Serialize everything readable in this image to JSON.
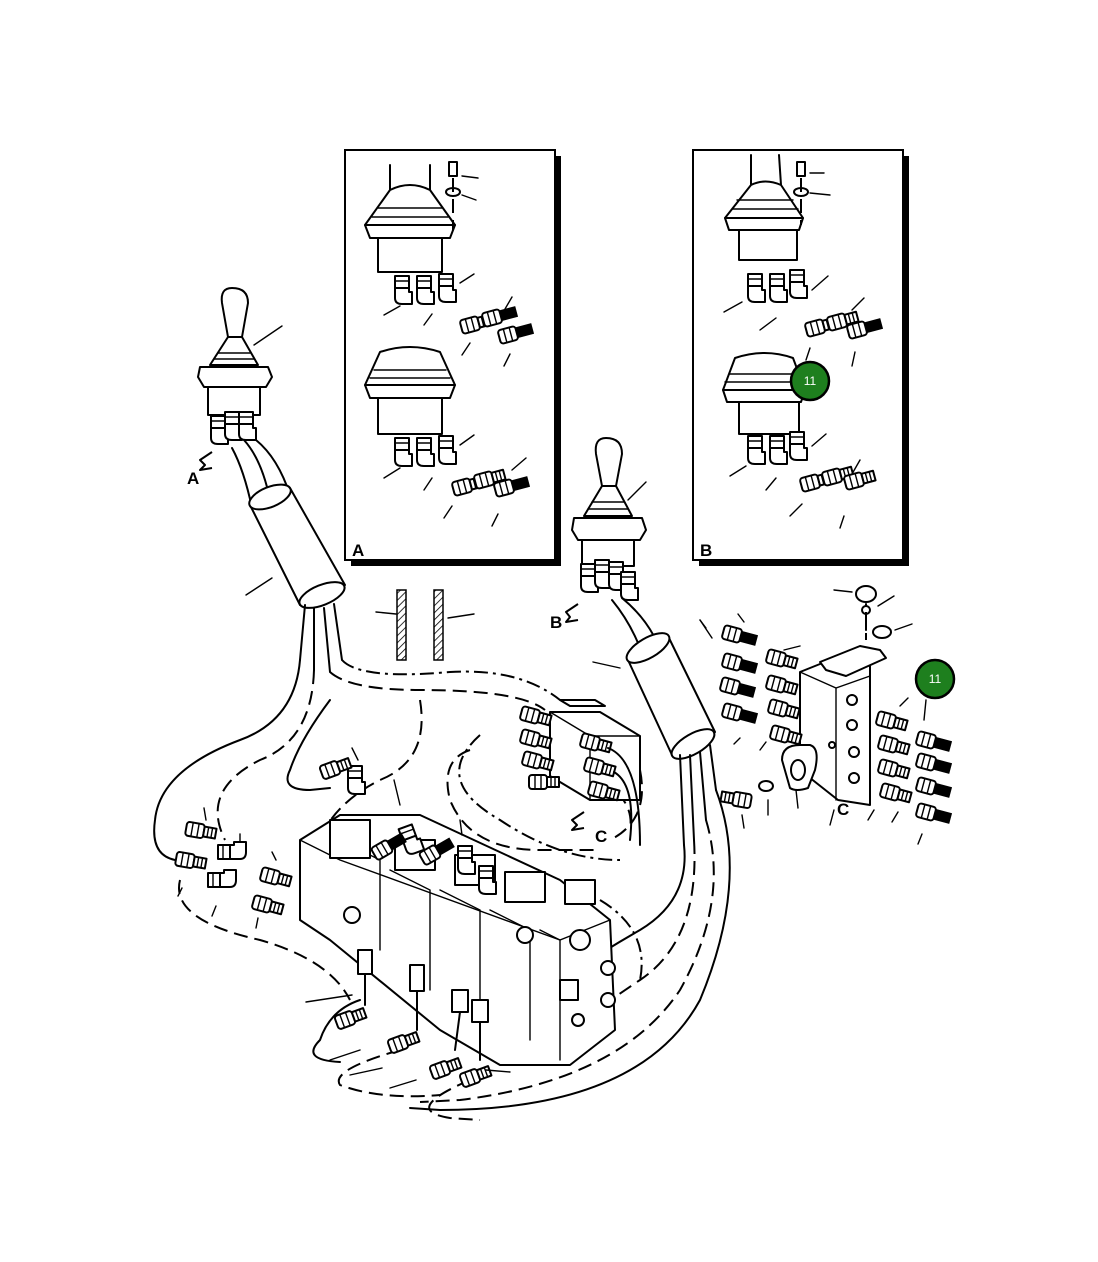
{
  "view_labels": {
    "inset_a": "A",
    "inset_b": "B",
    "arrow_a": "A",
    "arrow_b": "B",
    "arrow_c": "C",
    "manifold_c": "C"
  },
  "callouts": [
    {
      "id": "callout-inset-b",
      "label": "11"
    },
    {
      "id": "callout-manifold",
      "label": "11"
    }
  ],
  "colors": {
    "callout_fill": "#1e7f1e",
    "callout_ring": "#000000",
    "line": "#000000",
    "background": "#ffffff"
  }
}
